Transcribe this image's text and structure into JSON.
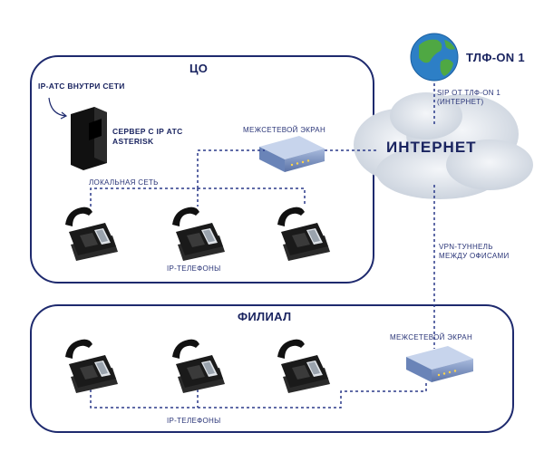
{
  "co": {
    "title": "ЦО",
    "pbx_inside_label": "IP-АТС ВНУТРИ СЕТИ",
    "server_label_1": "СЕРВЕР С IP АТС",
    "server_label_2": "ASTERISK",
    "firewall_label": "МЕЖСЕТЕВОЙ ЭКРАН",
    "lan_label": "ЛОКАЛЬНАЯ СЕТЬ",
    "phones_label": "IP-ТЕЛЕФОНЫ"
  },
  "provider": {
    "name": "ТЛФ-ON 1",
    "sip_label_1": "SIP ОТ ТЛФ-ON 1",
    "sip_label_2": "(ИНТЕРНЕТ)"
  },
  "internet": {
    "label": "ИНТЕРНЕТ",
    "vpn_label_1": "VPN-ТУННЕЛЬ",
    "vpn_label_2": "МЕЖДУ ОФИСАМИ"
  },
  "branch": {
    "title": "ФИЛИАЛ",
    "firewall_label": "МЕЖСЕТЕВОЙ ЭКРАН",
    "phones_label": "IP-ТЕЛЕФОНЫ"
  },
  "colors": {
    "navy": "#1e2a6e",
    "line": "#2b3a8a",
    "firewall": "#6a84b8",
    "phone": "#1c1c1c",
    "cloud": "#d4dbe4",
    "globe_sea": "#2d7fc6",
    "globe_land": "#4fa843"
  }
}
